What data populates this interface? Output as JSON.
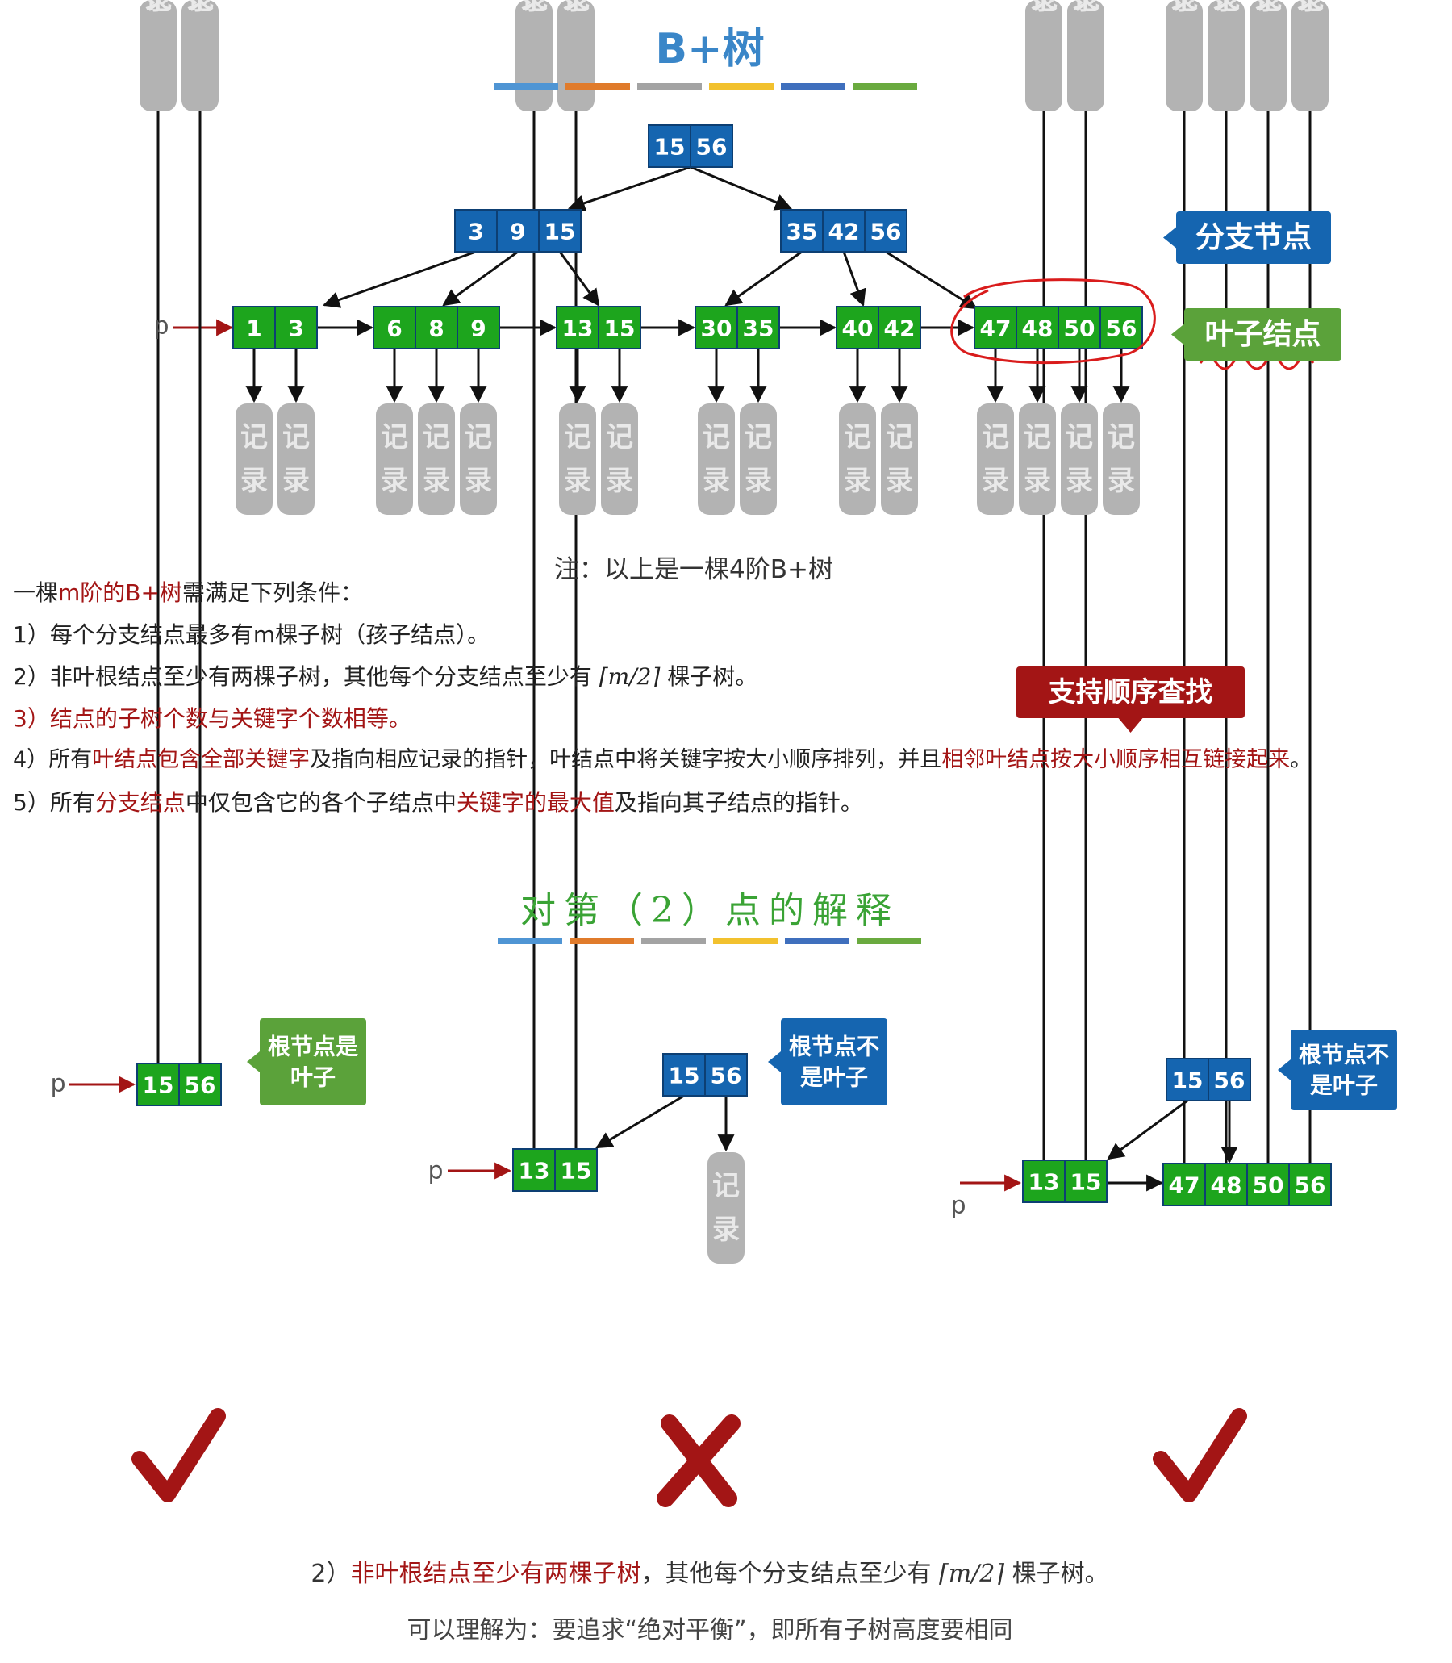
{
  "title": "B+树",
  "note": "注：以上是一棵4阶B+树",
  "intro": {
    "prefix": "一棵",
    "highlight": "m阶的B+树",
    "suffix": "需满足下列条件："
  },
  "conditions": {
    "c1": "1）每个分支结点最多有m棵子树（孩子结点）。",
    "c2a": "2）非叶根结点至少有两棵子树，其他每个分支结点至少有",
    "c2b": "棵子树。",
    "c3": "3）结点的子树个数与关键字个数相等。",
    "c4a": "4）所有",
    "c4b": "叶结点包含全部关键字",
    "c4c": "及指向相应记录的指针，叶结点中将关键字按大小顺序排列，并且",
    "c4d": "相邻叶结点按大小顺序相互链接起来",
    "c4e": "。",
    "c5a": "5）所有",
    "c5b": "分支结点",
    "c5c": "中仅包含它的各个子结点中",
    "c5d": "关键字的最大值",
    "c5e": "及指向其子结点的指针。"
  },
  "math_ceil": "⌈m/2⌉",
  "subtitle": "对第（2）点的解释",
  "bottom": {
    "l1a": "2）",
    "l1b": "非叶根结点至少有两棵子树",
    "l1c": "，其他每个分支结点至少有",
    "l1d": "棵子树。",
    "l2": "可以理解为：要追求“绝对平衡”，即所有子树高度要相同"
  },
  "labels": {
    "branch_node": "分支节点",
    "leaf_node": "叶子结点",
    "seq_search": "支持顺序查找",
    "root_is_leaf": [
      "根节点是",
      "叶子"
    ],
    "root_not_leaf": [
      "根节点不",
      "是叶子"
    ],
    "pointer": "p",
    "record": [
      "记",
      "录"
    ]
  },
  "tree": {
    "root": [
      "15",
      "56"
    ],
    "branches": [
      [
        "3",
        "9",
        "15"
      ],
      [
        "35",
        "42",
        "56"
      ]
    ],
    "leaves": [
      [
        "1",
        "3"
      ],
      [
        "6",
        "8",
        "9"
      ],
      [
        "13",
        "15"
      ],
      [
        "30",
        "35"
      ],
      [
        "40",
        "42"
      ],
      [
        "47",
        "48",
        "50",
        "56"
      ]
    ]
  },
  "examples": {
    "ex1": {
      "root": [
        "15",
        "56"
      ],
      "verdict": "check"
    },
    "ex2": {
      "root": [
        "15",
        "56"
      ],
      "leaf": [
        "13",
        "15"
      ],
      "verdict": "cross"
    },
    "ex3": {
      "root": [
        "15",
        "56"
      ],
      "leaves": [
        [
          "13",
          "15"
        ],
        [
          "47",
          "48",
          "50",
          "56"
        ]
      ],
      "verdict": "check"
    }
  },
  "colors": {
    "blue": "#1565b0",
    "green": "#1da51d",
    "gray": "#b3b3b3",
    "dark_red": "#a31515",
    "label_green": "#5ba23a",
    "bar": [
      "#4f95d4",
      "#e07b2b",
      "#a3a3a3",
      "#f2c12e",
      "#3f6fbd",
      "#6aaa3f"
    ]
  }
}
